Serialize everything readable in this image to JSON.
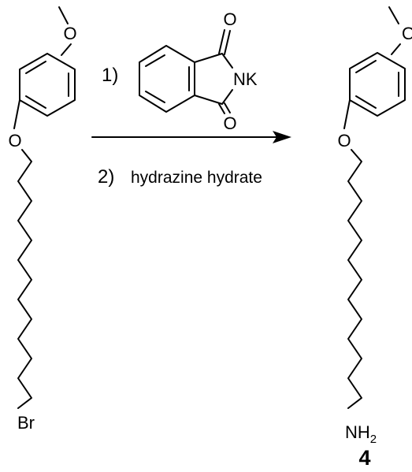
{
  "reactant": {
    "atoms": {
      "oxygen_top": "O",
      "oxygen_ether": "O",
      "bromine": "Br"
    }
  },
  "reagents": {
    "step1_number": "1)",
    "step2_number": "2)",
    "step2_text": "hydrazine hydrate",
    "phthalimide": {
      "oxygen_top": "O",
      "oxygen_bottom": "O",
      "nk": "NK"
    }
  },
  "product": {
    "atoms": {
      "oxygen_top": "O",
      "oxygen_ether": "O",
      "amine": "NH",
      "amine_subscript": "2"
    },
    "compound_number": "4"
  }
}
